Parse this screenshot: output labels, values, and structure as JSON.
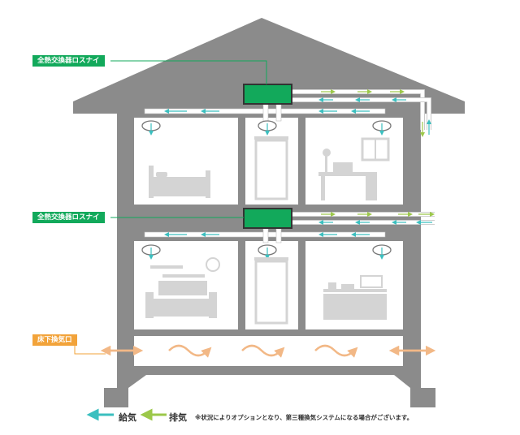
{
  "labels": {
    "unit_upper": "全熱交換器ロスナイ",
    "unit_lower": "全熱交換器ロスナイ",
    "underfloor": "床下換気口"
  },
  "legend": {
    "supply": "給気",
    "exhaust": "排気",
    "note": "※状況によりオプションとなり、第三種換気システムになる場合がございます。"
  },
  "colors": {
    "house": "#8b8b8b",
    "room_fill": "#ffffff",
    "unit": "#12a95b",
    "supply_arrow": "#3bbfbf",
    "exhaust_arrow": "#9cc84a",
    "underfloor_arrow": "#f2b886",
    "underfloor_label": "#f2a33a",
    "furniture": "#d4d4d4"
  }
}
